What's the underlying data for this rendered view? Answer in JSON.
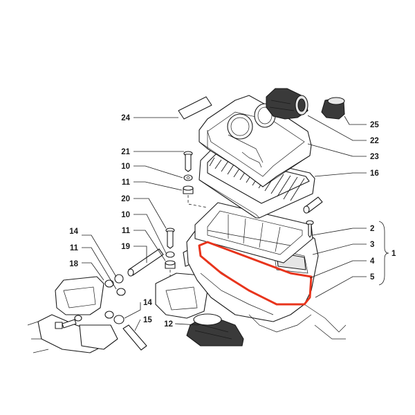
{
  "callouts": [
    {
      "id": "24",
      "label": "24"
    },
    {
      "id": "21",
      "label": "21"
    },
    {
      "id": "10a",
      "label": "10"
    },
    {
      "id": "11a",
      "label": "11"
    },
    {
      "id": "20",
      "label": "20"
    },
    {
      "id": "10b",
      "label": "10"
    },
    {
      "id": "11b",
      "label": "11"
    },
    {
      "id": "19",
      "label": "19"
    },
    {
      "id": "14a",
      "label": "14"
    },
    {
      "id": "11c",
      "label": "11"
    },
    {
      "id": "18",
      "label": "18"
    },
    {
      "id": "14b",
      "label": "14"
    },
    {
      "id": "15",
      "label": "15"
    },
    {
      "id": "12",
      "label": "12"
    },
    {
      "id": "25",
      "label": "25"
    },
    {
      "id": "22",
      "label": "22"
    },
    {
      "id": "23",
      "label": "23"
    },
    {
      "id": "16",
      "label": "16"
    },
    {
      "id": "2",
      "label": "2"
    },
    {
      "id": "3",
      "label": "3"
    },
    {
      "id": "1",
      "label": "1"
    },
    {
      "id": "4",
      "label": "4"
    },
    {
      "id": "5",
      "label": "5"
    }
  ],
  "colors": {
    "background": "#ffffff",
    "line": "#1a1a1a",
    "highlight_gasket": "#e8341c"
  }
}
